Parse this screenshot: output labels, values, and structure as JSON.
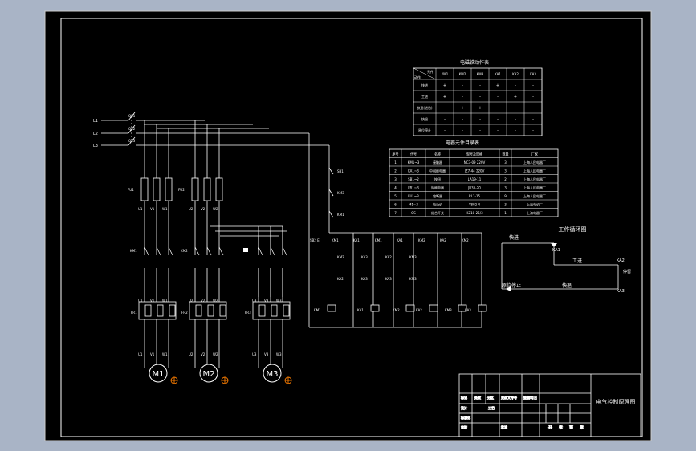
{
  "supply": {
    "labels": [
      "L1",
      "L2",
      "L3"
    ]
  },
  "main_switch": {
    "labels": [
      "QS1",
      "QS2",
      "QS3"
    ]
  },
  "groups": [
    {
      "fuse": "FU1",
      "u_lbl": [
        "U1",
        "V1",
        "W1"
      ],
      "contactor": "KM1",
      "relay": "FR1",
      "term": [
        "U1",
        "V1",
        "W1"
      ],
      "out": [
        "U1",
        "V1",
        "W1"
      ],
      "motor": "M1"
    },
    {
      "fuse": "FU2",
      "u_lbl": [
        "U2",
        "V2",
        "W2"
      ],
      "contactor": "KM2",
      "relay": "FR2",
      "term": [
        "U2",
        "V2",
        "W2"
      ],
      "out": [
        "U2",
        "V2",
        "W2"
      ],
      "motor": "M2"
    },
    {
      "fuse": "",
      "u_lbl": [],
      "contactor": "",
      "relay": "FR3",
      "term": [
        "U3",
        "V3",
        "W3"
      ],
      "out": [
        "U3",
        "V3",
        "W3"
      ],
      "motor": "M3"
    }
  ],
  "control": {
    "left_col": [
      "SB1",
      "KM3",
      "KM1"
    ],
    "top_row": [
      "SB2 E",
      "KM1",
      "KA1",
      "KM1",
      "KA1",
      "KM2",
      "KA2",
      "KM2"
    ],
    "mid_row": [
      "KM2",
      "KA3",
      "KA2",
      "KM3"
    ],
    "low_row": [
      "KA2",
      "KA3",
      "KA3",
      "KM3"
    ],
    "coils": [
      "KM1",
      "KA1",
      "KM2",
      "KA2",
      "KM3",
      "KA3"
    ]
  },
  "action_table": {
    "title": "电磁铁动作表",
    "corner_top": "元件",
    "corner_bottom": "动作",
    "headers": [
      "KM1",
      "KM2",
      "KM3",
      "KA1",
      "KA2",
      "KA3"
    ],
    "rows": [
      {
        "label": "快进",
        "cells": [
          "+",
          "-",
          "-",
          "+",
          "-",
          "-"
        ]
      },
      {
        "label": "工进",
        "cells": [
          "+",
          "-",
          "-",
          "-",
          "+",
          "-"
        ]
      },
      {
        "label": "快退(进给)",
        "cells": [
          "-",
          "+",
          "+",
          "-",
          "-",
          "-"
        ]
      },
      {
        "label": "快退",
        "cells": [
          "-",
          "-",
          "-",
          "-",
          "-",
          "-"
        ]
      },
      {
        "label": "原位停止",
        "cells": [
          "-",
          "-",
          "-",
          "-",
          "-",
          "-"
        ]
      }
    ]
  },
  "component_table": {
    "title": "电器元件目录表",
    "headers": [
      "序号",
      "代号",
      "名称",
      "型号及规格",
      "数量",
      "厂家"
    ],
    "rows": [
      [
        "1",
        "KM1~3",
        "接触器",
        "NC3-09 220V",
        "3",
        "上海人民电器厂"
      ],
      [
        "2",
        "KA1~3",
        "中间继电器",
        "JZ7-44 220V",
        "3",
        "上海人民电器厂"
      ],
      [
        "3",
        "SB1~2",
        "按钮",
        "LA19-11",
        "2",
        "上海人民电器厂"
      ],
      [
        "4",
        "FR1~3",
        "热继电器",
        "JR36-20",
        "3",
        "上海人民电器厂"
      ],
      [
        "5",
        "FU1~3",
        "熔断器",
        "RL1-15",
        "9",
        "上海人民电器厂"
      ],
      [
        "6",
        "M1~3",
        "电动机",
        "Y802-4",
        "3",
        "上海电机厂"
      ],
      [
        "7",
        "QS",
        "组合开关",
        "HZ10-25/3",
        "1",
        "上海电器厂"
      ]
    ]
  },
  "cycle": {
    "title": "工作循环图",
    "labels": {
      "fast_fwd": "快进",
      "work_fwd": "工进",
      "fast_back": "快退",
      "stop": "原位停止",
      "ka1": "KA1",
      "ka2": "KA2",
      "ka3": "KA3",
      "dwell": "停留"
    }
  },
  "title_block": {
    "drawing_title": "电气控制原理图",
    "cells": [
      "标记",
      "处数",
      "分区",
      "更改文件号",
      "签名",
      "年月日",
      "设计",
      "标准化",
      "审核",
      "工艺",
      "批准"
    ],
    "bottom": [
      "共",
      "张",
      "第",
      "张"
    ]
  },
  "colors": {
    "background": "#000000",
    "desktop": "#a9b4c6",
    "line": "#ffffff",
    "motor_ground": "#ff7f00"
  }
}
